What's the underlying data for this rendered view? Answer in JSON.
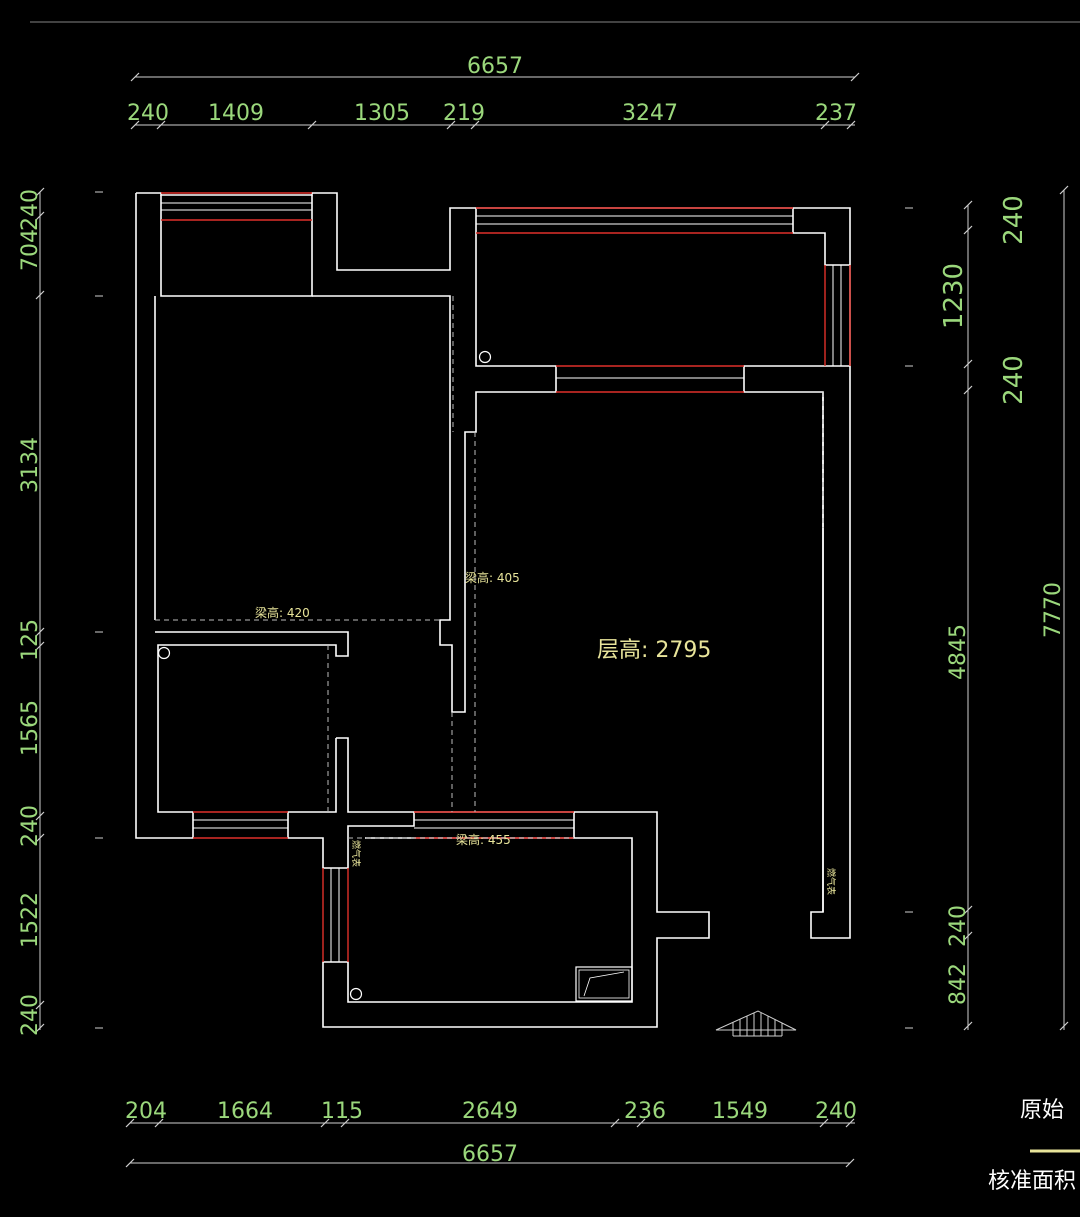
{
  "top_dims": {
    "total": "6657",
    "segments": [
      "240",
      "1409",
      "1305",
      "219",
      "3247",
      "237"
    ]
  },
  "bottom_dims": {
    "total": "6657",
    "segments": [
      "204",
      "1664",
      "115",
      "2649",
      "236",
      "1549",
      "240"
    ]
  },
  "left_dims": [
    "240",
    "704",
    "3134",
    "125",
    "1565",
    "240",
    "1522",
    "240"
  ],
  "right_dims": {
    "inner": [
      "240",
      "1230",
      "240",
      "4845",
      "240",
      "842"
    ],
    "total": "7770"
  },
  "labels": {
    "ceiling_height": "层高: 2795",
    "beam_420": "梁高: 420",
    "beam_405": "梁高: 405",
    "beam_455": "梁高: 455",
    "meter_a": "燃气表",
    "meter_b": "燃气表"
  },
  "side_title": {
    "line1": "原始",
    "line2": "核准面积"
  },
  "colors": {
    "wall": "#ffffff",
    "window": "#e0302a",
    "dimension_text": "#9bd87c",
    "annotation": "#e8e49a"
  }
}
